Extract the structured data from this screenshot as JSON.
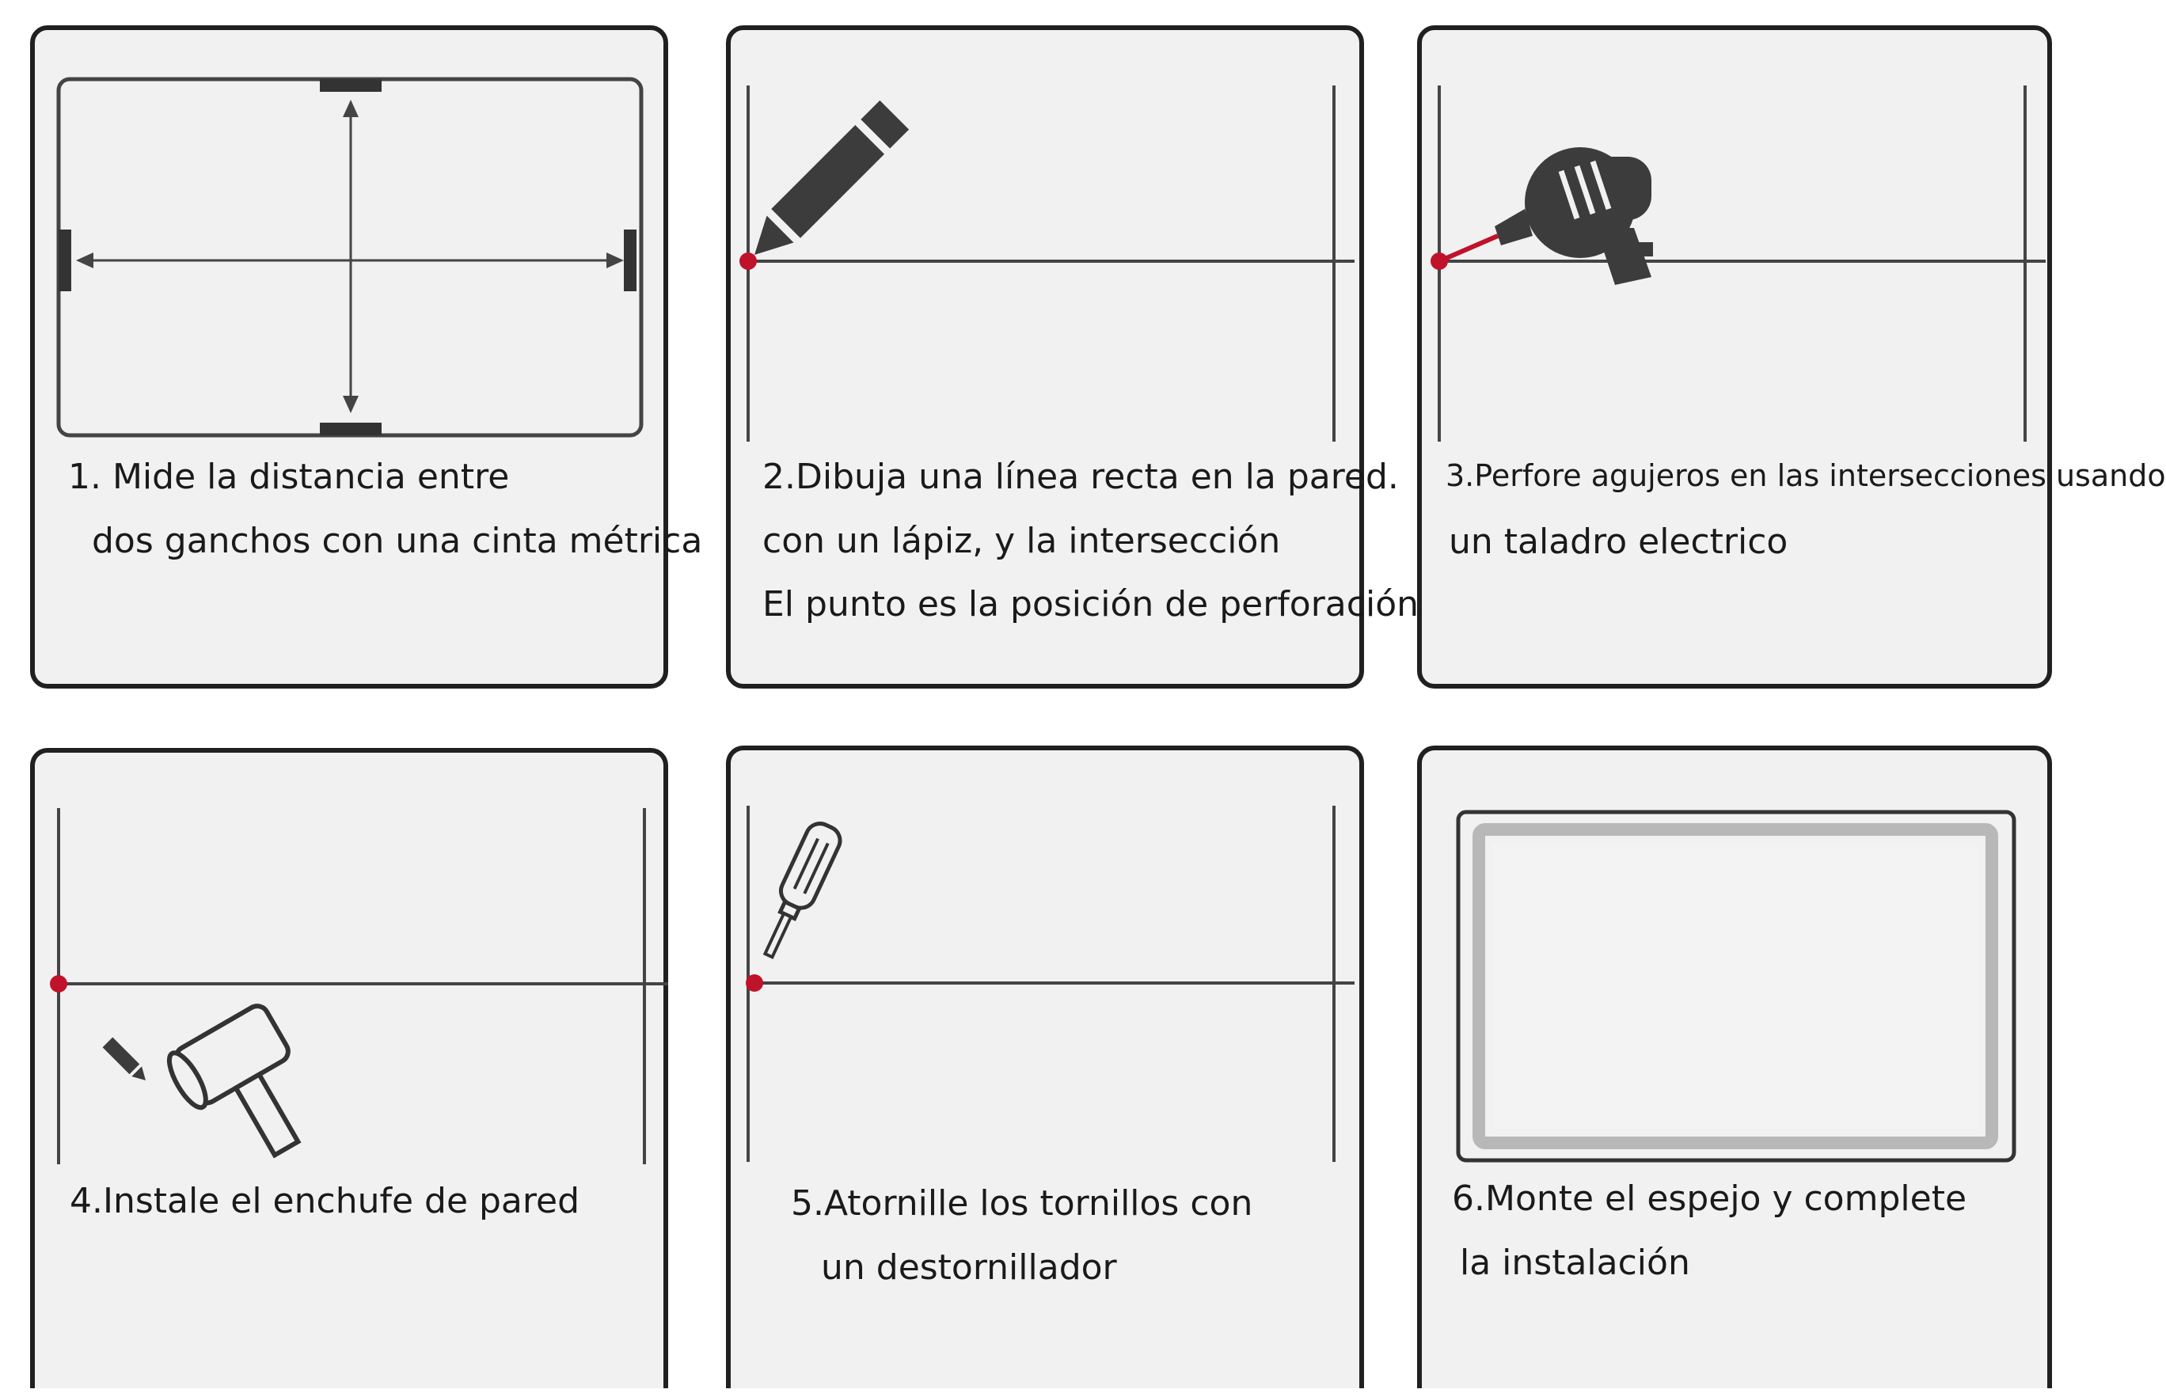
{
  "colors": {
    "panel_bg": "#f1f1f1",
    "border": "#202020",
    "mark": "#c0122a",
    "tool": "#3c3c3c",
    "line": "#444444"
  },
  "steps": [
    {
      "icon": "measure-arrows-icon",
      "lines": [
        "1. Mide la distancia entre",
        "dos ganchos con una cinta métrica"
      ]
    },
    {
      "icon": "pencil-icon",
      "lines": [
        "2.Dibuja una línea recta en la pared.",
        "con un lápiz, y la intersección",
        "El punto es la posición de perforación."
      ]
    },
    {
      "icon": "electric-drill-icon",
      "lines": [
        "3.Perfore agujeros en las intersecciones usando",
        "un taladro electrico"
      ]
    },
    {
      "icon": "hammer-icon",
      "lines": [
        "4.Instale el enchufe de pared"
      ]
    },
    {
      "icon": "screwdriver-icon",
      "lines": [
        "5.Atornille los tornillos con",
        "un destornillador"
      ]
    },
    {
      "icon": "mirror-frame-icon",
      "lines": [
        "6.Monte el espejo y complete",
        "la instalación"
      ]
    }
  ]
}
